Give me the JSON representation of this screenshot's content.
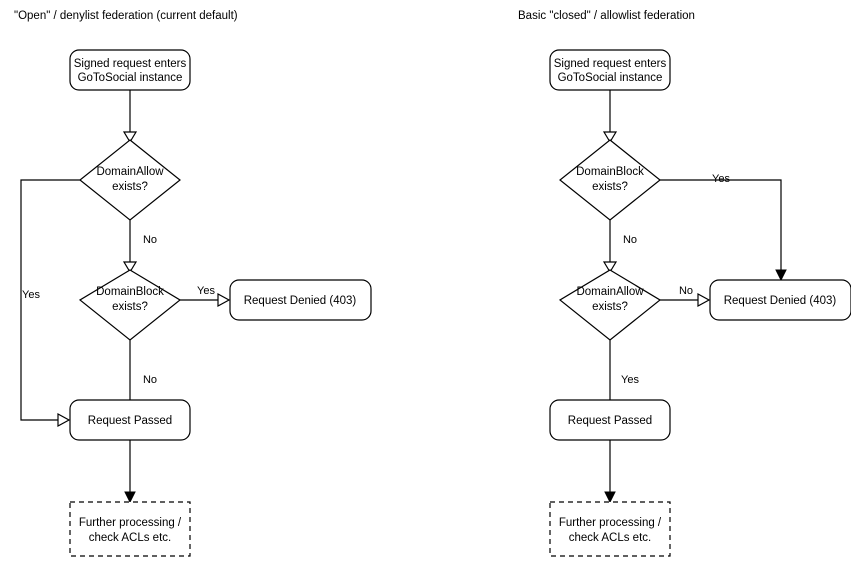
{
  "diagram": {
    "type": "flowchart",
    "title_left": "\"Open\" / denylist federation (current default)",
    "title_right": "Basic \"closed\" / allowlist federation",
    "colors": {
      "stroke": "#000000",
      "fill": "#ffffff",
      "text": "#000000",
      "background": "#ffffff"
    },
    "columns": [
      {
        "id": "denylist",
        "title": "\"Open\" / denylist federation (current default)",
        "nodes": [
          {
            "id": "l-entry",
            "shape": "rounded-rect",
            "line1": "Signed request enters",
            "line2": "GoToSocial instance"
          },
          {
            "id": "l-allow",
            "shape": "diamond",
            "line1": "DomainAllow",
            "line2": "exists?"
          },
          {
            "id": "l-block",
            "shape": "diamond",
            "line1": "DomainBlock",
            "line2": "exists?"
          },
          {
            "id": "l-denied",
            "shape": "rounded-rect",
            "line1": "Request Denied (403)",
            "line2": ""
          },
          {
            "id": "l-passed",
            "shape": "rounded-rect",
            "line1": "Request Passed",
            "line2": ""
          },
          {
            "id": "l-further",
            "shape": "dashed-rect",
            "line1": "Further processing /",
            "line2": "check ACLs etc."
          }
        ],
        "edges": [
          {
            "from": "l-entry",
            "to": "l-allow",
            "label": "",
            "arrow": "open"
          },
          {
            "from": "l-allow",
            "to": "l-passed",
            "label": "Yes",
            "arrow": "open"
          },
          {
            "from": "l-allow",
            "to": "l-block",
            "label": "No",
            "arrow": "open"
          },
          {
            "from": "l-block",
            "to": "l-denied",
            "label": "Yes",
            "arrow": "open"
          },
          {
            "from": "l-block",
            "to": "l-passed",
            "label": "No",
            "arrow": "open"
          },
          {
            "from": "l-passed",
            "to": "l-further",
            "label": "",
            "arrow": "filled"
          }
        ]
      },
      {
        "id": "allowlist",
        "title": "Basic \"closed\" / allowlist federation",
        "nodes": [
          {
            "id": "r-entry",
            "shape": "rounded-rect",
            "line1": "Signed request enters",
            "line2": "GoToSocial instance"
          },
          {
            "id": "r-block",
            "shape": "diamond",
            "line1": "DomainBlock",
            "line2": "exists?"
          },
          {
            "id": "r-allow",
            "shape": "diamond",
            "line1": "DomainAllow",
            "line2": "exists?"
          },
          {
            "id": "r-denied",
            "shape": "rounded-rect",
            "line1": "Request Denied (403)",
            "line2": ""
          },
          {
            "id": "r-passed",
            "shape": "rounded-rect",
            "line1": "Request Passed",
            "line2": ""
          },
          {
            "id": "r-further",
            "shape": "dashed-rect",
            "line1": "Further processing /",
            "line2": "check ACLs etc."
          }
        ],
        "edges": [
          {
            "from": "r-entry",
            "to": "r-block",
            "label": "",
            "arrow": "open"
          },
          {
            "from": "r-block",
            "to": "r-denied",
            "label": "Yes",
            "arrow": "filled"
          },
          {
            "from": "r-block",
            "to": "r-allow",
            "label": "No",
            "arrow": "open"
          },
          {
            "from": "r-allow",
            "to": "r-denied",
            "label": "No",
            "arrow": "open"
          },
          {
            "from": "r-allow",
            "to": "r-passed",
            "label": "Yes",
            "arrow": "open"
          },
          {
            "from": "r-passed",
            "to": "r-further",
            "label": "",
            "arrow": "filled"
          }
        ]
      }
    ],
    "labels": {
      "left_entry_l1": "Signed request enters",
      "left_entry_l2": "GoToSocial instance",
      "left_allow_l1": "DomainAllow",
      "left_allow_l2": "exists?",
      "left_block_l1": "DomainBlock",
      "left_block_l2": "exists?",
      "left_denied": "Request Denied (403)",
      "left_passed": "Request Passed",
      "left_further_l1": "Further processing /",
      "left_further_l2": "check ACLs etc.",
      "left_edge_yes_bypass": "Yes",
      "left_edge_no_allow": "No",
      "left_edge_yes_block": "Yes",
      "left_edge_no_block": "No",
      "right_entry_l1": "Signed request enters",
      "right_entry_l2": "GoToSocial instance",
      "right_block_l1": "DomainBlock",
      "right_block_l2": "exists?",
      "right_allow_l1": "DomainAllow",
      "right_allow_l2": "exists?",
      "right_denied": "Request Denied (403)",
      "right_passed": "Request Passed",
      "right_further_l1": "Further processing /",
      "right_further_l2": "check ACLs etc.",
      "right_edge_yes_block": "Yes",
      "right_edge_no_block": "No",
      "right_edge_no_allow": "No",
      "right_edge_yes_allow": "Yes"
    }
  }
}
